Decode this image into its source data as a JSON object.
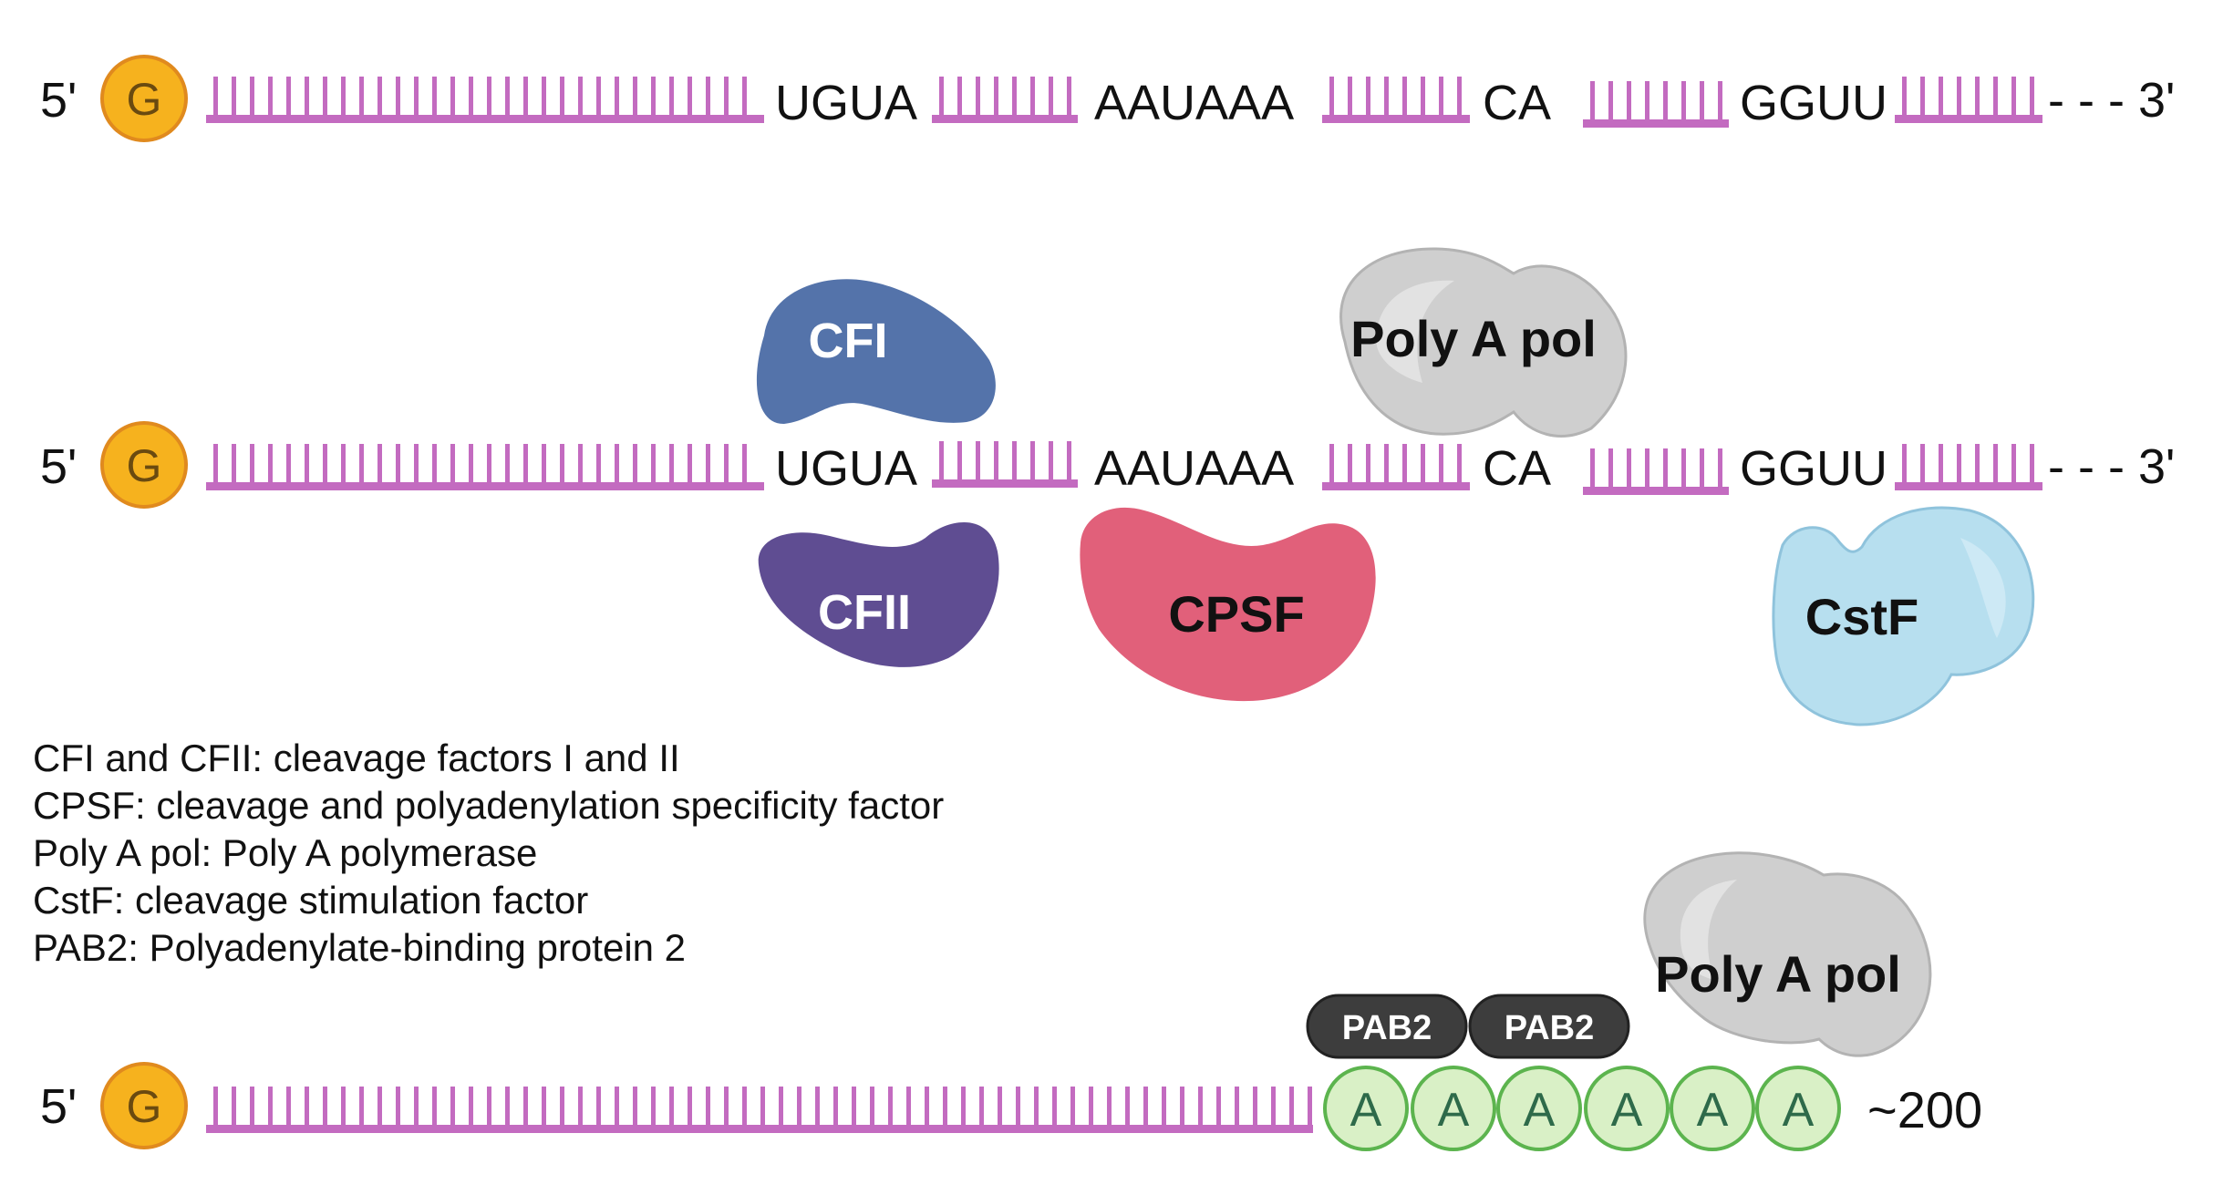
{
  "rows": [
    {
      "five_prime": "5'",
      "cap": "G",
      "motifs": [
        "UGUA",
        "AAUAAA",
        "CA",
        "GGUU"
      ],
      "three_prime": "- - - 3'"
    },
    {
      "five_prime": "5'",
      "cap": "G",
      "motifs": [
        "UGUA",
        "AAUAAA",
        "CA",
        "GGUU"
      ],
      "three_prime": "- - - 3'"
    },
    {
      "five_prime": "5'",
      "cap": "G",
      "poly_a": [
        "A",
        "A",
        "A",
        "A",
        "A",
        "A"
      ],
      "tail_length": "~200"
    }
  ],
  "proteins": {
    "cfi": "CFI",
    "cfii": "CFII",
    "cpsf": "CPSF",
    "poly_a_pol_1": "Poly A pol",
    "cstf": "CstF",
    "pab2_1": "PAB2",
    "pab2_2": "PAB2",
    "poly_a_pol_2": "Poly A pol"
  },
  "legend": [
    "CFI and CFII: cleavage factors I and II",
    "CPSF: cleavage and polyadenylation specificity factor",
    "Poly A pol: Poly A polymerase",
    "CstF: cleavage stimulation factor",
    "PAB2: Polyadenylate-binding protein 2"
  ],
  "colors": {
    "rna": "#c36bc0",
    "cap": "#f6b21e",
    "cfi": "#5473aa",
    "cfii": "#5f4d92",
    "cpsf": "#e1607a",
    "poly_a_pol": "#cfcfcf",
    "cstf": "#b7dfef",
    "pab2": "#3d3d3d",
    "poly_a_bead": "#d9f0c6"
  }
}
